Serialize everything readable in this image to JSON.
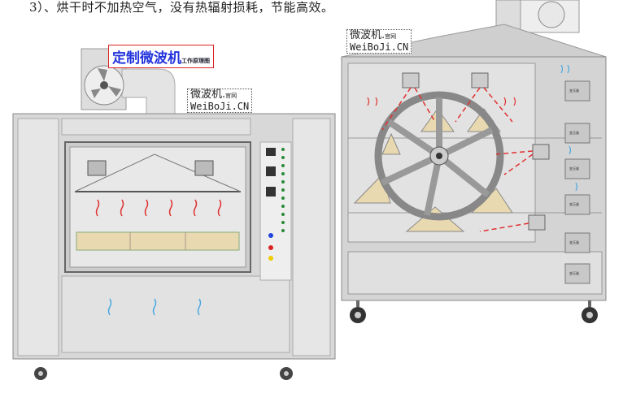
{
  "caption": "3）、烘干时不加热空气，没有热辐射损耗，节能高效。",
  "left_figure": {
    "title": "定制微波机",
    "subtitle": "工作原理图",
    "watermark_cn": "微波机.",
    "watermark_small": "官网",
    "watermark_en": "WeiBoJi.CN"
  },
  "right_figure": {
    "watermark_cn": "微波机.",
    "watermark_small": "官网",
    "watermark_en": "WeiBoJi.CN",
    "transformer_label": "变压器"
  },
  "colors": {
    "title_blue": "#2233dd",
    "frame_red": "#dd2222",
    "steel": "#c8c8c8",
    "heat_red": "#e03030",
    "vapor_blue": "#4aa8e0"
  }
}
